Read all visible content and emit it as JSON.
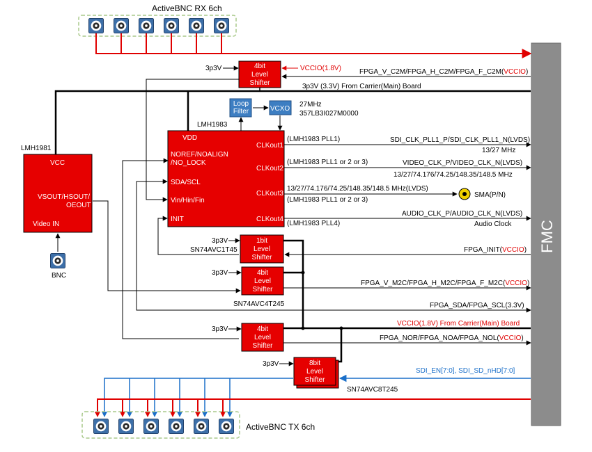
{
  "title_rx": "ActiveBNC RX 6ch",
  "title_tx": "ActiveBNC TX 6ch",
  "fmc": "FMC",
  "bnc_in": "BNC",
  "lmh1981": {
    "name": "LMH1981",
    "vcc": "VCC",
    "vsout_1": "VSOUT/HSOUT/",
    "vsout_2": "OEOUT",
    "video_in": "Video IN"
  },
  "lmh1983": {
    "name": "LMH1983",
    "vdd": "VDD",
    "noref_1": "NOREF/NOALIGN",
    "noref_2": "/NO_LOCK",
    "sda": "SDA/SCL",
    "vin": "Vin/Hin/Fin",
    "init": "INIT",
    "clk1": "CLKout1",
    "clk2": "CLKout2",
    "clk3": "CLKout3",
    "clk4": "CLKout4"
  },
  "loop_filter_1": "Loop",
  "loop_filter_2": "Filter",
  "vcxo": "VCXO",
  "vcxo_freq": "27MHz",
  "vcxo_part": "357LB3I027M0000",
  "sma": "SMA(P/N)",
  "shifters": {
    "s4_top": [
      "4bit",
      "Level",
      "Shifter"
    ],
    "s1": [
      "1bit",
      "Level",
      "Shifter"
    ],
    "s4_mid": [
      "4bit",
      "Level",
      "Shifter"
    ],
    "s4_low": [
      "4bit",
      "Level",
      "Shifter"
    ],
    "s8": [
      "8bit",
      "Level",
      "Shifter"
    ]
  },
  "supply": "3p3V",
  "part_1t45": "SN74AVC1T45",
  "part_4t245": "SN74AVC4T245",
  "part_8t245": "SN74AVC8T245",
  "vccio_top": "VCCIO(1.8V)",
  "signals": {
    "c2m_prefix": "FPGA_V_C2M/FPGA_H_C2M/FPGA_F_C2M(",
    "c2m_vccio": "VCCIO",
    "c2m_suffix": ")",
    "p3v3_main": "3p3V (3.3V) From Carrier(Main) Board",
    "pll1_label": "(LMH1983 PLL1)",
    "sdi_clk": "SDI_CLK_PLL1_P/SDI_CLK_PLL1_N(LVDS)",
    "sdi_freq": "13/27 MHz",
    "pll2_label": "(LMH1983 PLL1 or 2 or 3)",
    "video_clk": "VIDEO_CLK_P/VIDEO_CLK_N(LVDS)",
    "video_freq": "13/27/74.176/74.25/148.35/148.5  MHz",
    "clk3_freq": "13/27/74.176/74.25/148.35/148.5  MHz(LVDS)",
    "pll3_label": "(LMH1983 PLL1 or 2 or 3)",
    "pll4_label": "(LMH1983 PLL4)",
    "audio_clk": "AUDIO_CLK_P/AUDIO_CLK_N(LVDS)",
    "audio_label": "Audio Clock",
    "init_prefix": "FPGA_INIT(",
    "init_vccio": "VCCIO",
    "init_suffix": ")",
    "m2c_prefix": "FPGA_V_M2C/FPGA_H_M2C/FPGA_F_M2C(",
    "m2c_vccio": "VCCIO",
    "m2c_suffix": ")",
    "sda_scl": "FPGA_SDA/FPGA_SCL(3.3V)",
    "vccio_main": "VCCIO(1.8V)  From Carrier(Main) Board",
    "nor_prefix": "FPGA_NOR/FPGA_NOA/FPGA_NOL(",
    "nor_vccio": "VCCIO",
    "nor_suffix": ")",
    "sdi_en": "SDI_EN[7:0], SDI_SD_nHD[7:0]"
  },
  "colors": {
    "block_red": "#e60000",
    "block_blue": "#3d7ec2",
    "fmc_gray": "#8c8c8c",
    "wire_red": "#e00000",
    "wire_blue": "#1a6fc9",
    "connector_green": "#a9c98a"
  }
}
